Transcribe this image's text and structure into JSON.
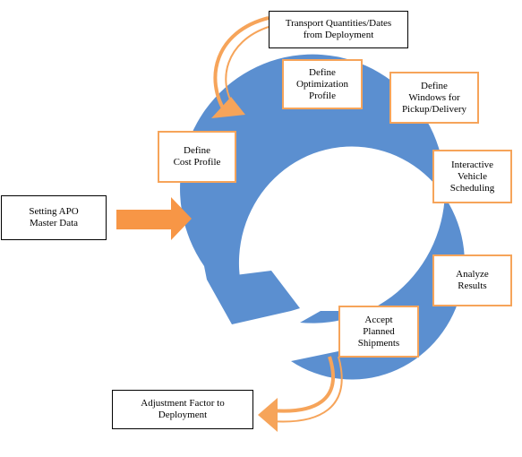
{
  "colors": {
    "cycle_arrow": "#5b8fd0",
    "step_box_border": "#f6a45a",
    "curved_arrows": "#f6a45a",
    "input_arrow": "#f79646",
    "external_box_border": "#000000"
  },
  "input": {
    "label": "Setting  APO\nMaster Data"
  },
  "steps": [
    {
      "label": "Define\nCost Profile"
    },
    {
      "label": "Define\nOptimization\nProfile"
    },
    {
      "label": "Define\nWindows for\nPickup/Delivery"
    },
    {
      "label": "Interactive\nVehicle\nScheduling"
    },
    {
      "label": "Analyze\nResults"
    },
    {
      "label": "Accept\nPlanned\nShipments"
    }
  ],
  "outputs": {
    "top": {
      "label": "Transport Quantities/Dates\nfrom Deployment"
    },
    "bottom": {
      "label": "Adjustment Factor to\nDeployment"
    }
  }
}
